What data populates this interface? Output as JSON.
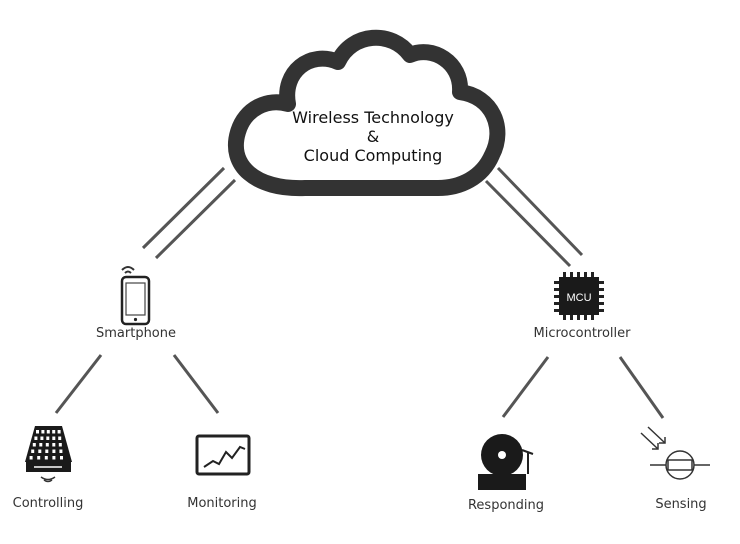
{
  "cloud": {
    "line1": "Wireless Technology",
    "line2": "&",
    "line3": "Cloud Computing"
  },
  "nodes": {
    "smartphone": "Smartphone",
    "microcontroller": "Microcontroller",
    "mcu_chip": "MCU",
    "controlling": "Controlling",
    "monitoring": "Monitoring",
    "responding": "Responding",
    "sensing": "Sensing"
  },
  "icons": {
    "cloud": "cloud-icon",
    "smartphone": "smartphone-icon",
    "mcu": "chip-icon",
    "controlling": "keypad-remote-icon",
    "monitoring": "chart-monitor-icon",
    "responding": "alarm-bell-icon",
    "sensing": "light-sensor-icon"
  },
  "colors": {
    "stroke": "#333333",
    "line": "#555555"
  }
}
